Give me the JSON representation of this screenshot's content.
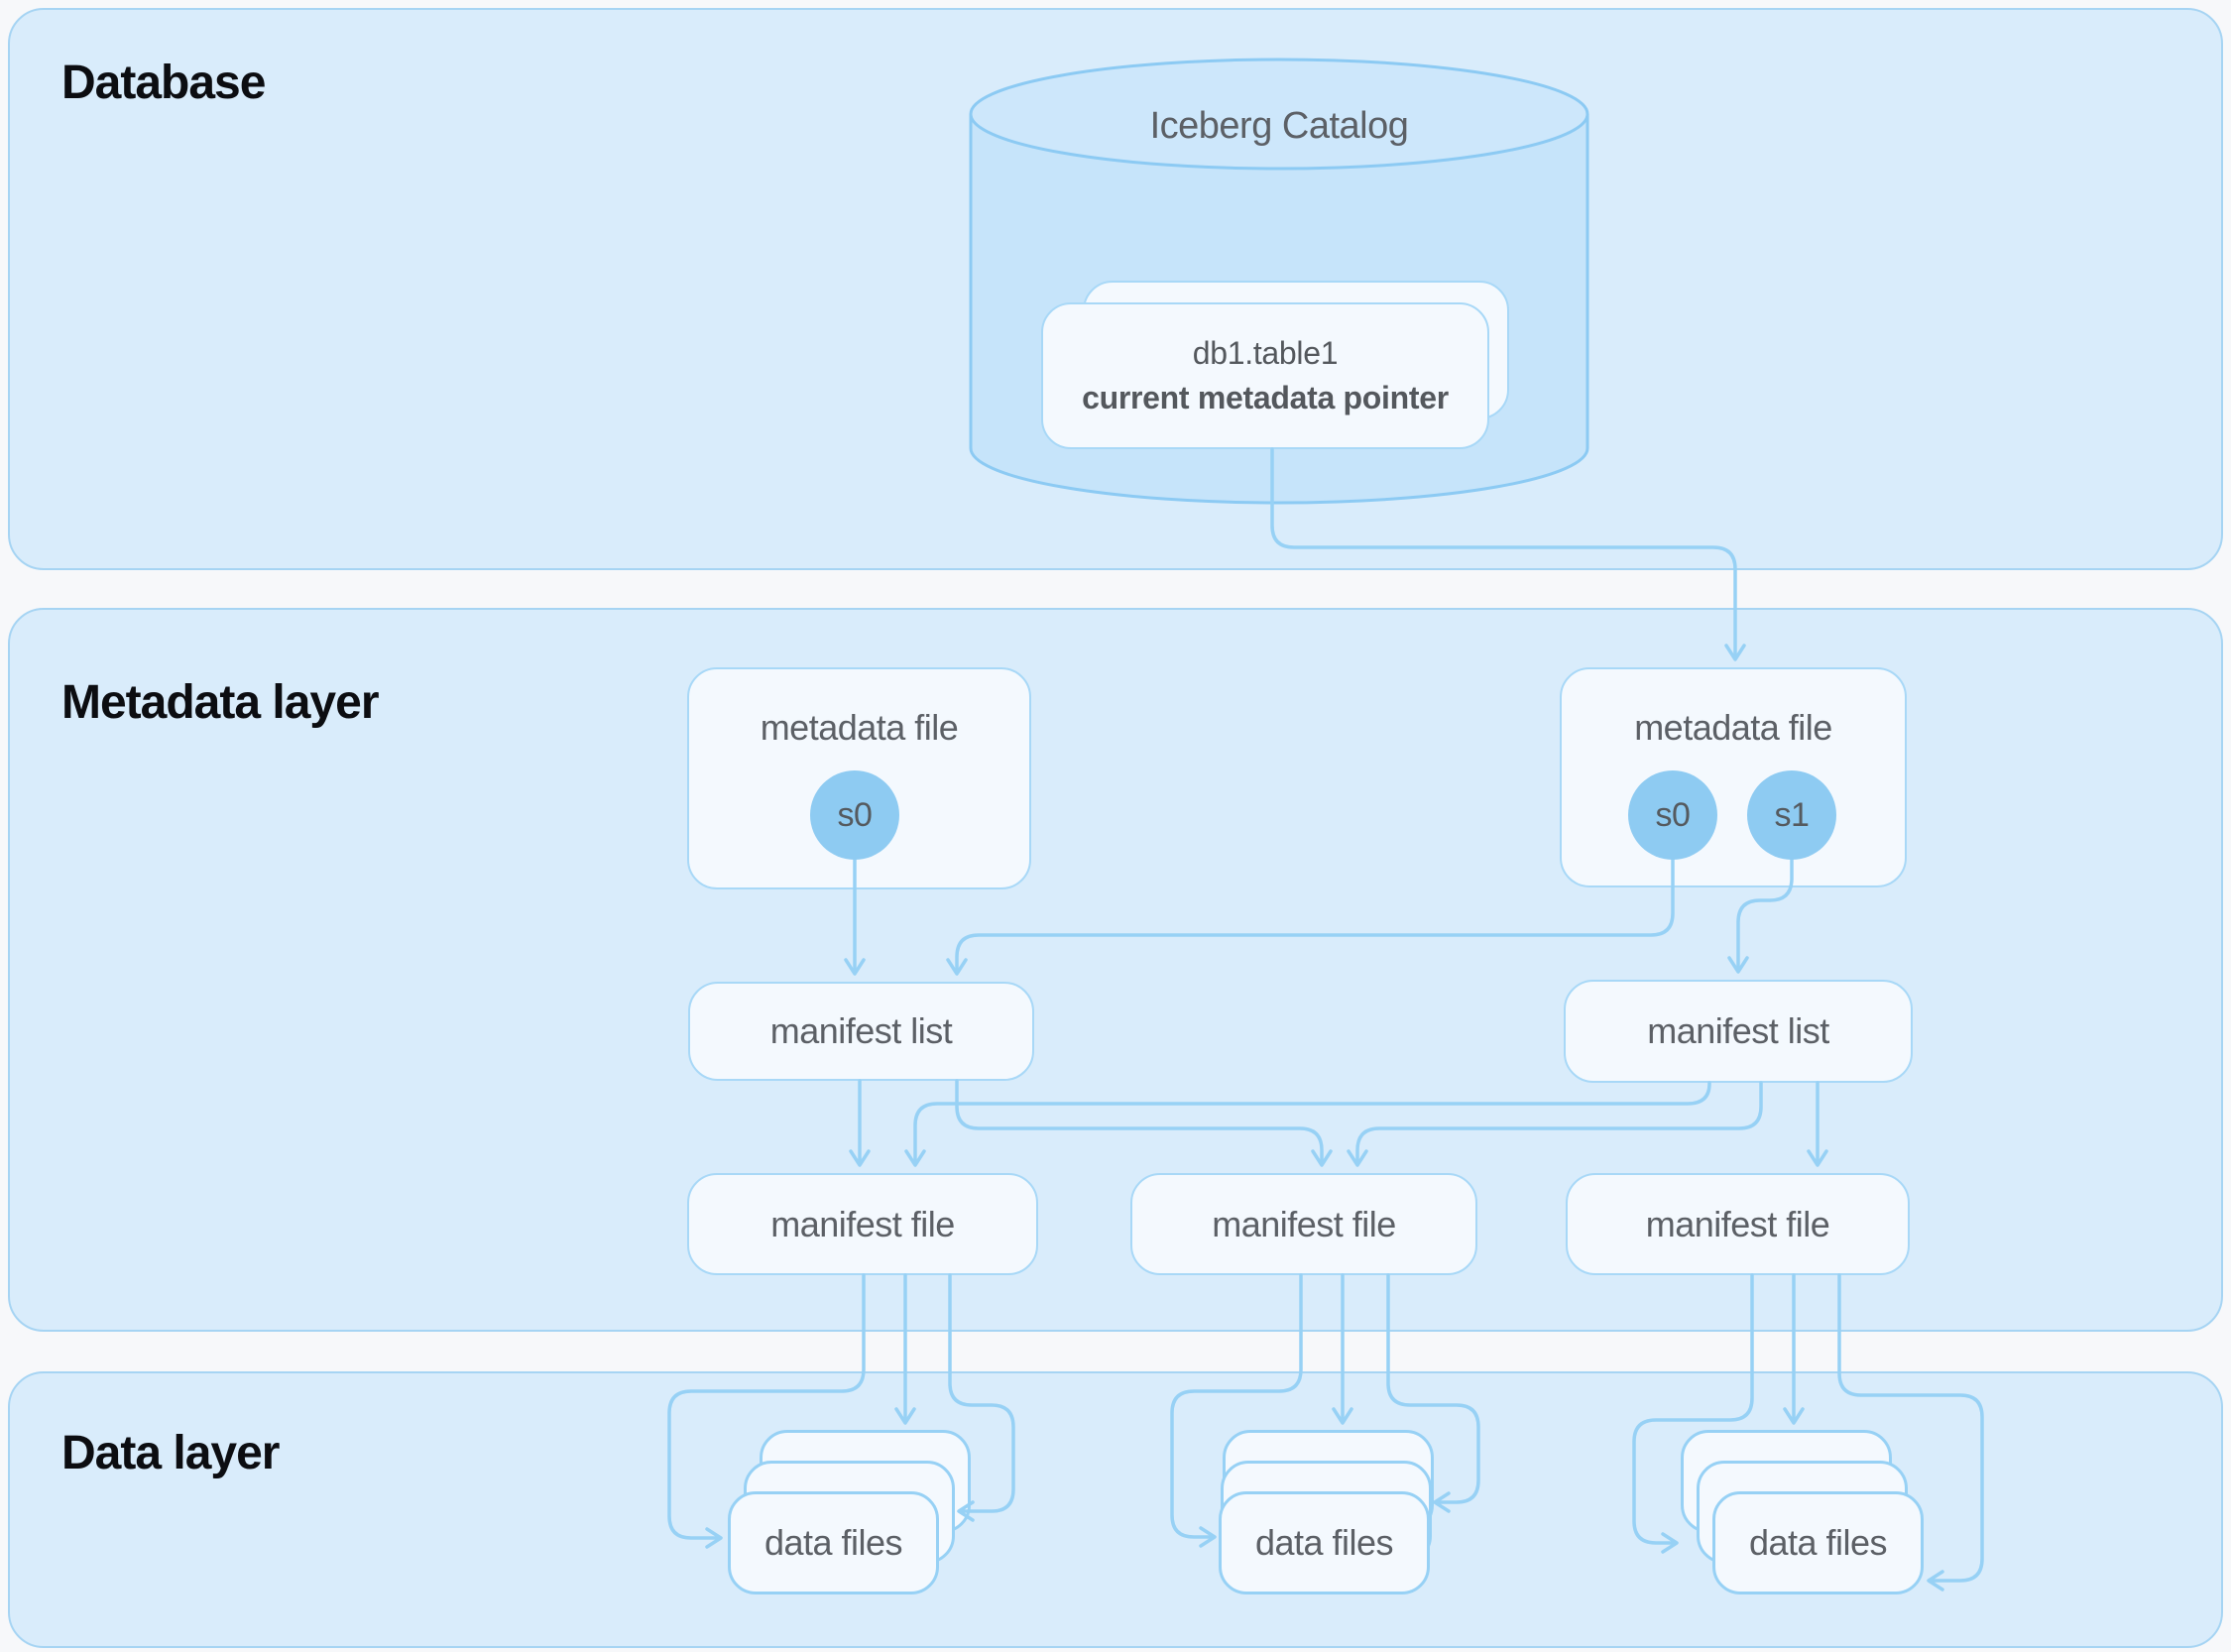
{
  "colors": {
    "page_bg": "#f7f8fa",
    "panel_fill": "#d9ecfb",
    "panel_border": "#a6d4f3",
    "node_fill": "#f4f9fe",
    "node_border": "#a8d8f7",
    "wire": "#97d1f5",
    "cylinder_fill": "#c6e4fa",
    "cylinder_top_fill": "#cde7fb",
    "cylinder_border": "#8ccaf3",
    "snapshot_fill": "#8ecbf2",
    "heading_text": "#0c0d11",
    "label_text": "#5c6066",
    "card_text": "#54585d"
  },
  "panels": {
    "database": {
      "title": "Database"
    },
    "metadata": {
      "title": "Metadata layer"
    },
    "data": {
      "title": "Data layer"
    }
  },
  "catalog": {
    "title": "Iceberg Catalog",
    "card": {
      "line1": "db1.table1",
      "line2": "current metadata pointer"
    }
  },
  "metadata_files": [
    {
      "label": "metadata file",
      "snapshots": [
        "s0"
      ]
    },
    {
      "label": "metadata file",
      "snapshots": [
        "s0",
        "s1"
      ]
    }
  ],
  "manifest_lists": [
    {
      "label": "manifest list"
    },
    {
      "label": "manifest list"
    }
  ],
  "manifest_files": [
    {
      "label": "manifest file"
    },
    {
      "label": "manifest file"
    },
    {
      "label": "manifest file"
    }
  ],
  "data_stacks": [
    {
      "label": "data files"
    },
    {
      "label": "data files"
    },
    {
      "label": "data files"
    }
  ]
}
